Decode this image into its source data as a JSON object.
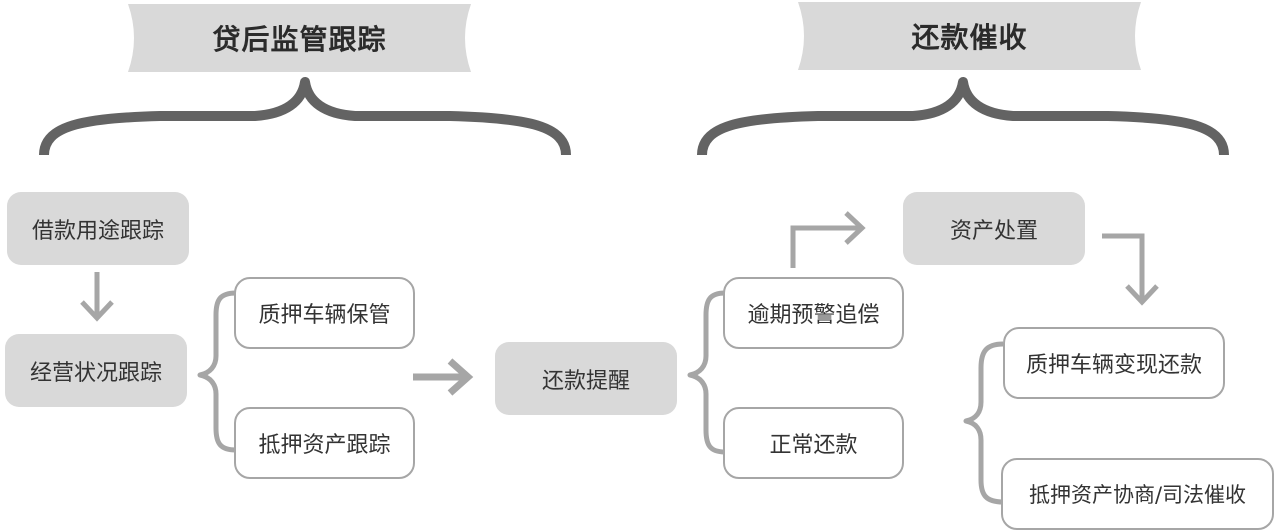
{
  "headers": {
    "loan_monitoring": "贷后监管跟踪",
    "repayment_collection": "还款催收"
  },
  "nodes": {
    "loan_usage_tracking": "借款用途跟踪",
    "business_status_tracking": "经营状况跟踪",
    "pledged_vehicle_custody": "质押车辆保管",
    "mortgaged_asset_tracking": "抵押资产跟踪",
    "repayment_reminder": "还款提醒",
    "overdue_warning_recovery": "逾期预警追偿",
    "normal_repayment": "正常还款",
    "asset_disposal": "资产处置",
    "pledged_vehicle_liquidation": "质押车辆变现还款",
    "mortgaged_asset_negotiation": "抵押资产协商/司法催收"
  },
  "colors": {
    "banner_fill": "#d9d9d9",
    "brace": "#636363",
    "connector": "#a6a6a6",
    "box_fill": "#d9d9d9",
    "box_border": "#a6a6a6"
  }
}
